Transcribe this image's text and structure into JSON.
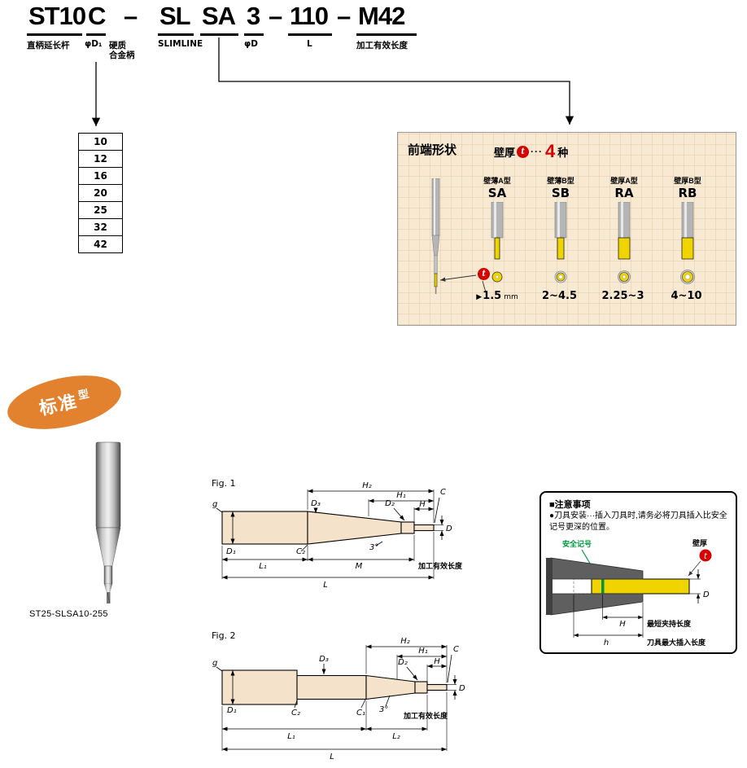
{
  "part_code": {
    "seg_st": "ST10",
    "seg_c": "C",
    "dash1": "–",
    "seg_sl": "SL",
    "seg_sa": "SA",
    "seg_d": "3",
    "dash2": "–",
    "seg_l": "110",
    "dash3": "–",
    "seg_m": "M42",
    "label_st": "直柄延长杆",
    "label_c1": "φD₁",
    "label_c2a": "硬质",
    "label_c2b": "合金柄",
    "label_sl": "SLIMLINE",
    "label_d": "φD",
    "label_l": "L",
    "label_m": "加工有效长度"
  },
  "d1_options": [
    "10",
    "12",
    "16",
    "20",
    "25",
    "32",
    "42"
  ],
  "tip_panel": {
    "title": "前端形状",
    "wall_prefix": "壁厚",
    "wall_t": "t",
    "wall_dots": "···",
    "wall_count": "4",
    "wall_suffix": "种",
    "pointer": "▶",
    "types": [
      {
        "category": "壁薄A型",
        "code": "SA",
        "range": "1.5",
        "unit": "mm"
      },
      {
        "category": "壁薄B型",
        "code": "SB",
        "range": "2~4.5",
        "unit": ""
      },
      {
        "category": "壁厚A型",
        "code": "RA",
        "range": "2.25~3",
        "unit": ""
      },
      {
        "category": "壁厚B型",
        "code": "RB",
        "range": "4~10",
        "unit": ""
      }
    ]
  },
  "badge": {
    "main": "标准",
    "suffix": "型"
  },
  "photo_caption": "ST25-SLSA10-255",
  "fig1": {
    "title": "Fig. 1",
    "dim_g": "g",
    "dim_H2": "H₂",
    "dim_H1": "H₁",
    "dim_C": "C",
    "dim_D3": "D₃",
    "dim_D2": "D₂",
    "dim_H": "H",
    "dim_D": "D",
    "dim_D1": "D₁",
    "dim_L1": "L₁",
    "dim_C2": "C₂",
    "dim_M": "M",
    "dim_angle": "3°",
    "dim_L": "L",
    "dim_eff": "加工有效长度"
  },
  "fig2": {
    "title": "Fig. 2",
    "dim_g": "g",
    "dim_H2": "H₂",
    "dim_H1": "H₁",
    "dim_C": "C",
    "dim_D3": "D₃",
    "dim_D2": "D₂",
    "dim_H": "H",
    "dim_D": "D",
    "dim_D1": "D₁",
    "dim_C2": "C₂",
    "dim_C1": "C₁",
    "dim_angle": "3°",
    "dim_L1": "L₁",
    "dim_L2": "L₂",
    "dim_L": "L",
    "dim_eff": "加工有效长度"
  },
  "notes": {
    "title": "■注意事项",
    "body": "●刀具安装···插入刀具时,请务必将刀具插入比安全记号更深的位置。",
    "safety_mark": "安全记号",
    "wall_label": "壁厚",
    "wall_t": "t",
    "dim_D": "D",
    "dim_H": "H",
    "min_clamp": "最短夹持长度",
    "dim_h": "h",
    "max_insert": "刀具最大插入长度"
  },
  "colors": {
    "accent_red": "#d60000",
    "panel_bg": "#f7e9d2",
    "badge_orange": "#e2822e",
    "tool_yellow": "#efd400",
    "safety_green": "#009640",
    "drawing_fill": "#f4e3ca"
  }
}
